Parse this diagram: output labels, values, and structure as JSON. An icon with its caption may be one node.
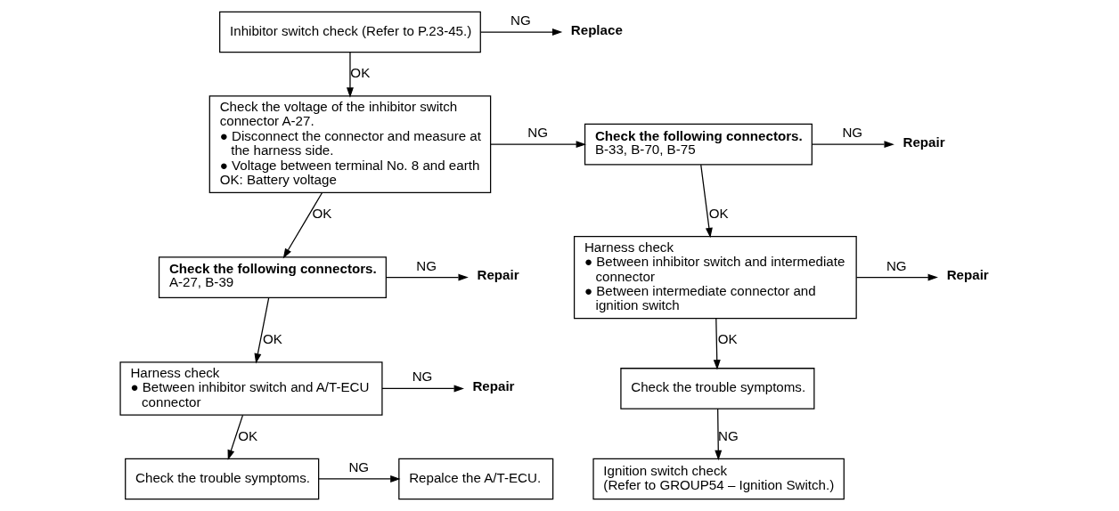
{
  "diagram": {
    "nodes": [
      {
        "text": [
          "Inhibitor switch check (Refer to P.23-45.)"
        ]
      },
      {
        "text": [
          "Replace"
        ]
      },
      {
        "text": [
          "Check the voltage of the inhibitor switch connector A-27.",
          "● Disconnect the connector and measure at the harness side.",
          "● Voltage between terminal No. 8 and earth",
          "OK: Battery voltage"
        ]
      },
      {
        "text": [
          "Check the following connectors.",
          "B-33, B-70, B-75"
        ]
      },
      {
        "text": [
          "Repair"
        ]
      },
      {
        "text": [
          "Harness check",
          "● Between inhibitor switch and intermediate connector",
          "● Between intermediate connector and ignition switch"
        ]
      },
      {
        "text": [
          "Repair"
        ]
      },
      {
        "text": [
          "Check the following connectors.",
          "A-27, B-39"
        ]
      },
      {
        "text": [
          "Repair"
        ]
      },
      {
        "text": [
          "Harness check",
          "● Between inhibitor switch and A/T-ECU connector"
        ]
      },
      {
        "text": [
          "Repair"
        ]
      },
      {
        "text": [
          "Check the trouble symptoms."
        ]
      },
      {
        "text": [
          "Ignition switch check",
          "(Refer to GROUP54 – Ignition Switch.)"
        ]
      },
      {
        "text": [
          "Check the trouble symptoms."
        ]
      },
      {
        "text": [
          "Repalce the A/T-ECU."
        ]
      }
    ],
    "edges": [
      {
        "from": 0,
        "to": 1,
        "arrow": "to",
        "label": "NG"
      },
      {
        "from": 0,
        "to": 2,
        "arrow": "to",
        "label": "OK"
      },
      {
        "from": 2,
        "to": 3,
        "arrow": "to",
        "label": "NG"
      },
      {
        "from": 3,
        "to": 4,
        "arrow": "to",
        "label": "NG"
      },
      {
        "from": 3,
        "to": 5,
        "arrow": "to",
        "label": "OK"
      },
      {
        "from": 5,
        "to": 6,
        "arrow": "to",
        "label": "NG"
      },
      {
        "from": 5,
        "to": 11,
        "arrow": "to",
        "label": "OK"
      },
      {
        "from": 2,
        "to": 7,
        "arrow": "to",
        "label": "OK"
      },
      {
        "from": 7,
        "to": 8,
        "arrow": "to",
        "label": "NG"
      },
      {
        "from": 7,
        "to": 9,
        "arrow": "to",
        "label": "OK"
      },
      {
        "from": 9,
        "to": 10,
        "arrow": "to",
        "label": "NG"
      },
      {
        "from": 9,
        "to": 13,
        "arrow": "to",
        "label": "OK"
      },
      {
        "from": 11,
        "to": 12,
        "arrow": "to",
        "label": "NG"
      },
      {
        "from": 13,
        "to": 14,
        "arrow": "to",
        "label": "NG"
      }
    ]
  }
}
